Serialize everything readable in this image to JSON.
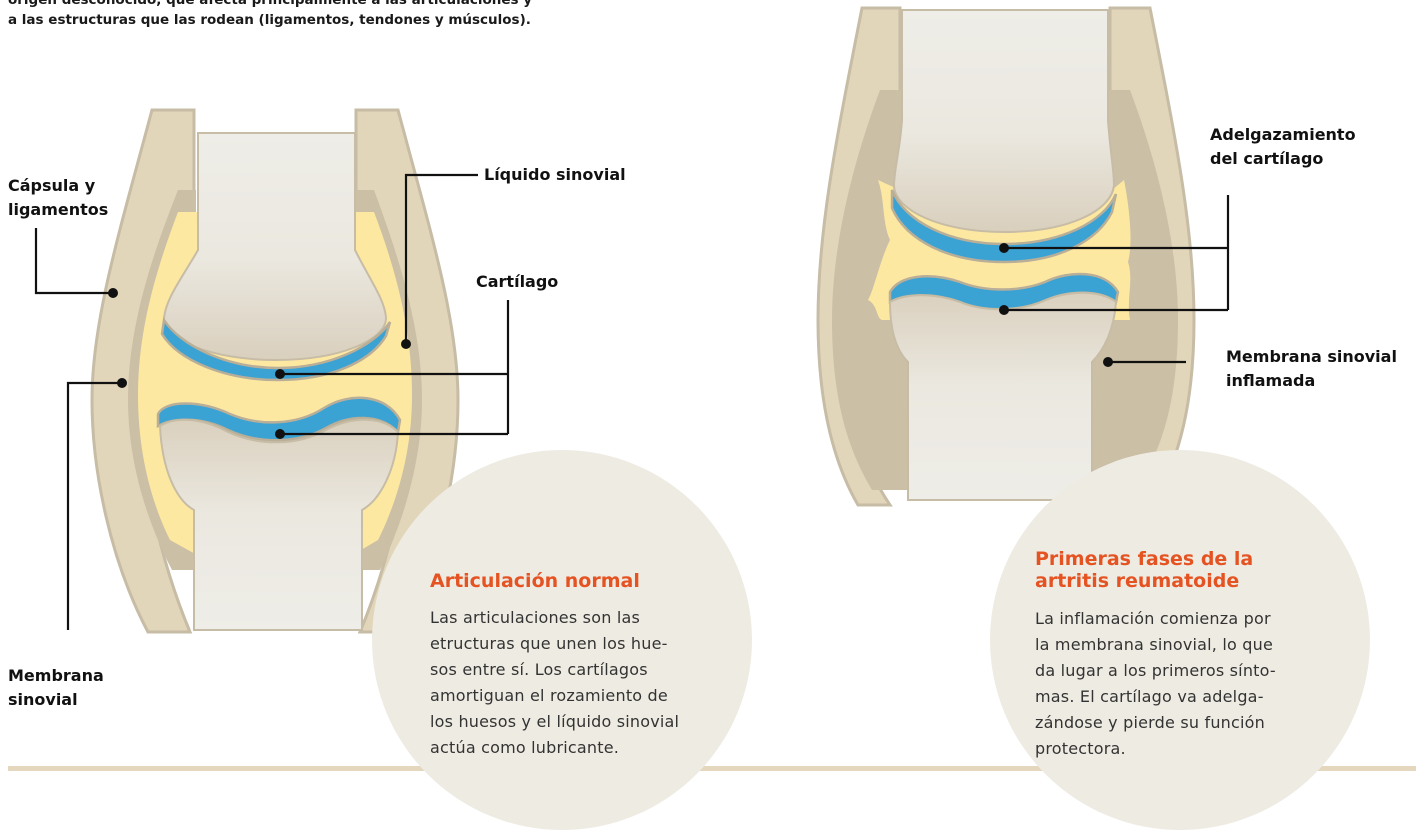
{
  "intro": {
    "line1": "origen desconocido, que afecta principalmente a las articulaciones y",
    "line2": "a las estructuras que las rodean (ligamentos, tendones y músculos)."
  },
  "normal": {
    "labels": {
      "capsula": [
        "Cápsula y",
        "ligamentos"
      ],
      "liquido": [
        "Líquido sinovial"
      ],
      "cartilago": [
        "Cartílago"
      ],
      "membrana": [
        "Membrana",
        "sinovial"
      ]
    },
    "title": [
      "Articulación normal"
    ],
    "text": [
      "Las articulaciones son las",
      "etructuras que unen los hue-",
      "sos entre sí. Los cartílagos",
      "amortiguan el rozamiento de",
      "los huesos y el líquido sinovial",
      "actúa como lubricante."
    ]
  },
  "ra": {
    "labels": {
      "adelgazamiento": [
        "Adelgazamiento",
        "del cartílago"
      ],
      "membrana": [
        "Membrana sinovial",
        "inflamada"
      ]
    },
    "title": [
      "Primeras fases de la",
      "artritis reumatoide"
    ],
    "text": [
      "La inflamación comienza por",
      "la membrana sinovial, lo que",
      "da lugar a los primeros sínto-",
      "mas. El cartílago va adelga-",
      "zándose y pierde su función",
      "protectora."
    ]
  },
  "colors": {
    "capsule": "#e2d6ba",
    "capsule_outline": "#c7bca5",
    "membrane": "#cbbfa6",
    "fluid": "#fde8a1",
    "cartilage": "#3aa3d4",
    "bone_light": "#ecebe5",
    "bone_shade": "#ddd3c0",
    "circle": "#eeebe2",
    "accent": "#e55322",
    "rule": "#e4d7bd"
  }
}
